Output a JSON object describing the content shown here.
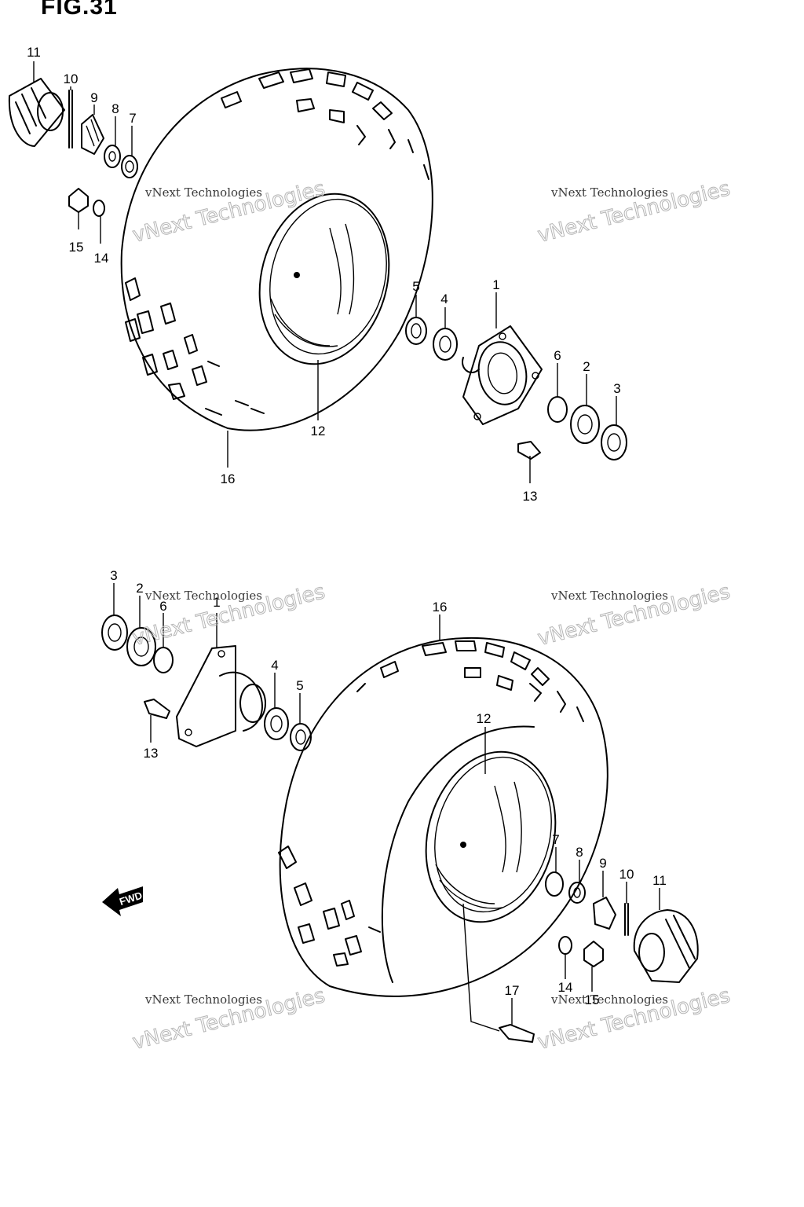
{
  "figure": {
    "title": "FIG.31"
  },
  "watermark": {
    "small": "vNext Technologies",
    "big": "vNext Technologies"
  },
  "top_callouts": {
    "c1": "1",
    "c2": "2",
    "c3": "3",
    "c4": "4",
    "c5": "5",
    "c6": "6",
    "c7": "7",
    "c8": "8",
    "c9": "9",
    "c10": "10",
    "c11": "11",
    "c12": "12",
    "c13": "13",
    "c14": "14",
    "c15": "15",
    "c16": "16"
  },
  "bottom_callouts": {
    "c1": "1",
    "c2": "2",
    "c3": "3",
    "c4": "4",
    "c5": "5",
    "c6": "6",
    "c7": "7",
    "c8": "8",
    "c9": "9",
    "c10": "10",
    "c11": "11",
    "c12": "12",
    "c13": "13",
    "c14": "14",
    "c15": "15",
    "c16": "16",
    "c17": "17"
  },
  "fwd_arrow": {
    "label": "FWD"
  }
}
